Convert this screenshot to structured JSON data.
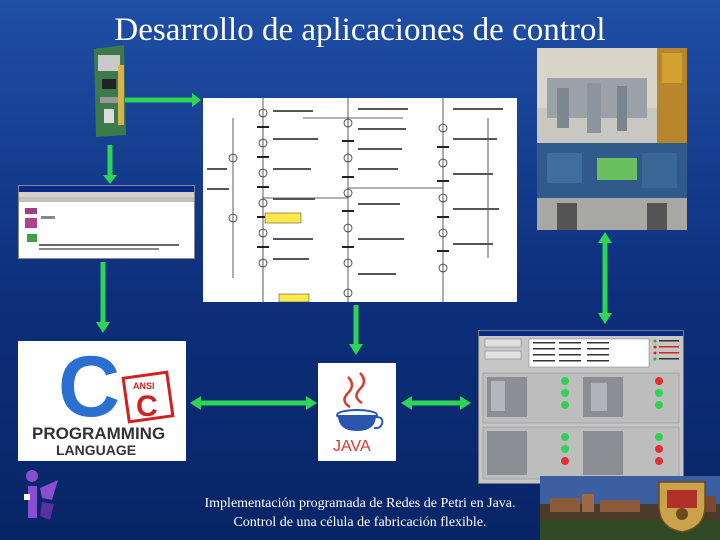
{
  "slide": {
    "title": "Desarrollo de aplicaciones de control",
    "caption_line1": "Implementación programada de Redes de Petri en Java.",
    "caption_line2": "Control de una célula de fabricación flexible."
  },
  "c_logo": {
    "letter": "C",
    "badge_top": "ANSI",
    "badge_letter": "C",
    "line1": "PROGRAMMING",
    "line2": "LANGUAGE"
  },
  "java_logo": {
    "label": "JAVA"
  },
  "colors": {
    "background": "#0d2f7c",
    "arrow": "#2fd455",
    "accent_blue": "#2b6fd0"
  },
  "icons": [
    "arrow-down",
    "arrow-right",
    "arrow-updown",
    "arrow-leftright"
  ]
}
